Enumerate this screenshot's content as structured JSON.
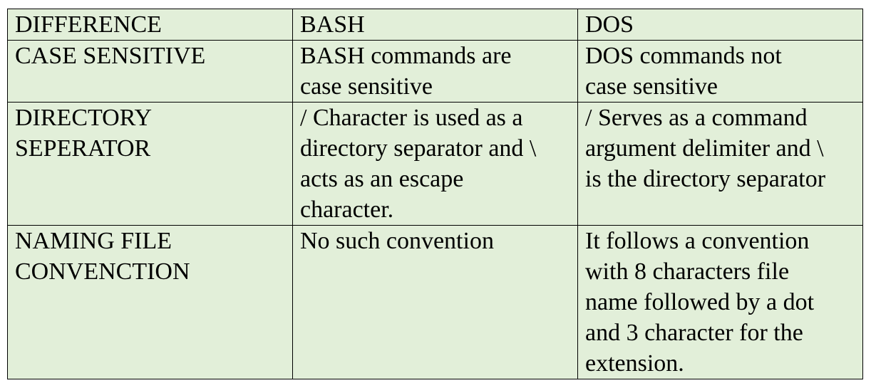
{
  "table": {
    "header": {
      "difference": "DIFFERENCE",
      "bash": "BASH",
      "dos": "DOS"
    },
    "rows": [
      {
        "difference": [
          "CASE SENSITIVE"
        ],
        "bash": [
          "BASH commands are",
          "case sensitive"
        ],
        "dos": [
          "DOS commands not",
          "case sensitive"
        ]
      },
      {
        "difference": [
          "DIRECTORY",
          "SEPERATOR"
        ],
        "bash": [
          "/ Character is used as a",
          "directory separator and \\",
          "acts as an escape",
          "character."
        ],
        "dos": [
          "/ Serves as a command",
          "argument delimiter and \\",
          "is the directory separator"
        ]
      },
      {
        "difference": [
          "NAMING FILE",
          "CONVENCTION"
        ],
        "bash": [
          "No such convention"
        ],
        "dos": [
          "It follows a convention",
          "with 8 characters file",
          "name followed by a dot",
          "and 3 character for the",
          "extension."
        ]
      }
    ]
  }
}
